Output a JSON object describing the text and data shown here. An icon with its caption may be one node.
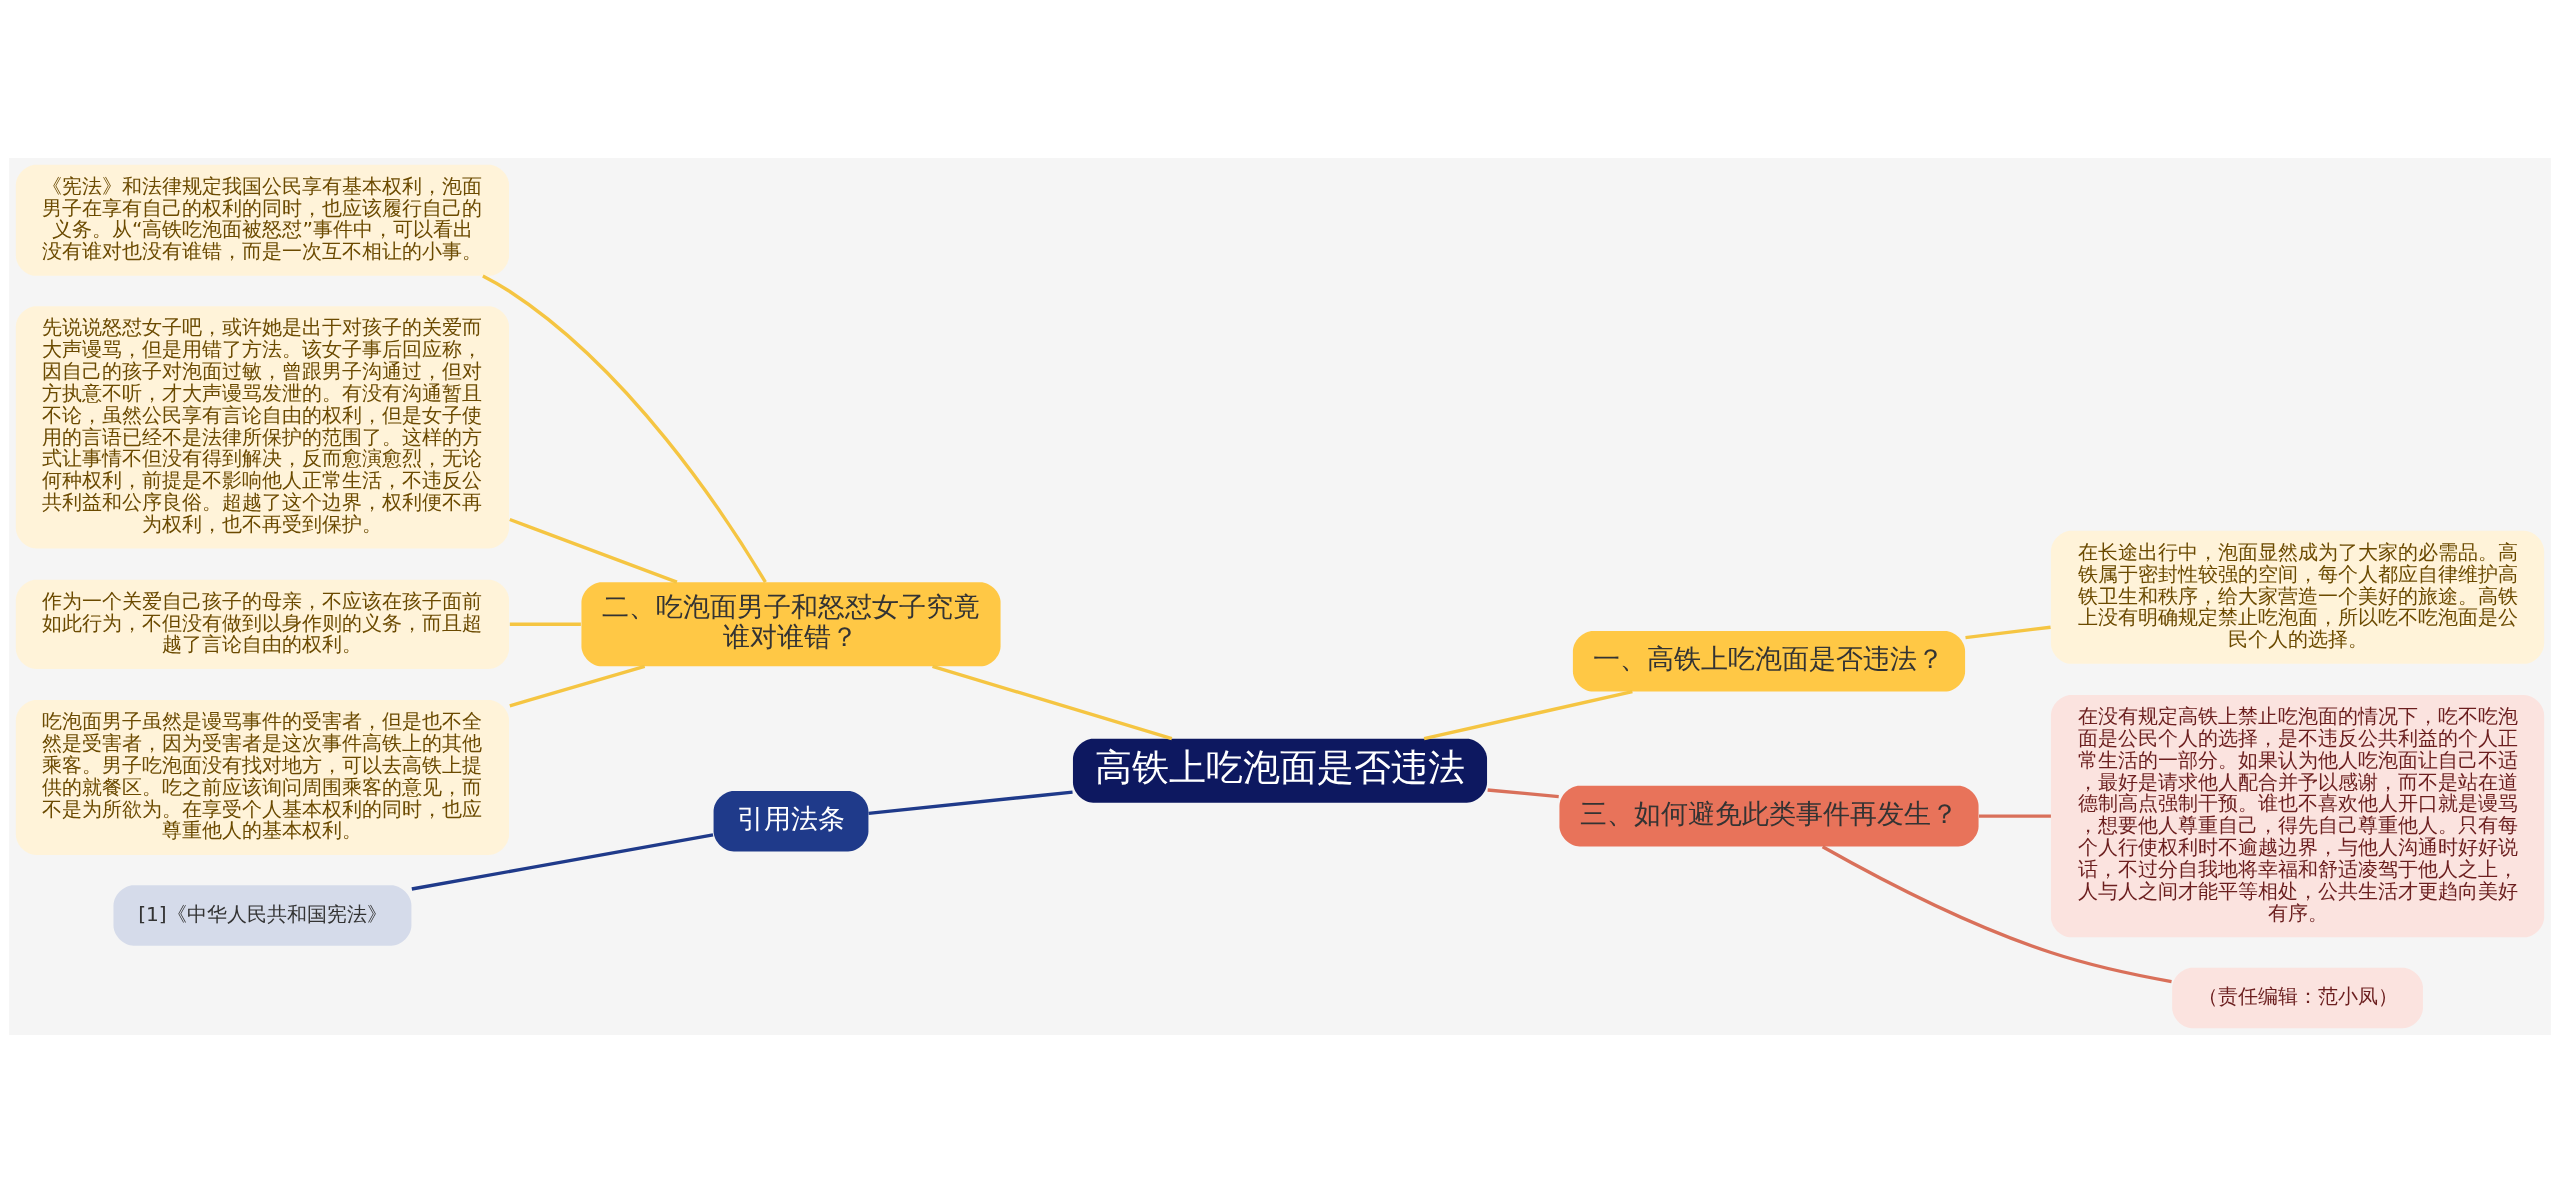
{
  "diagram": {
    "nodes": [
      {
        "text": [
          "高铁上吃泡面是否违法"
        ]
      },
      {
        "text": [
          "一、高铁上吃泡面是否违法？"
        ]
      },
      {
        "text": [
          "在长途出行中，泡面显然成为了大家的必需品。高铁属于密封性较强的空间，每个人都应自律维护高铁卫生和秩序，给大家营造一个美好的旅途。高铁上没有明确规定禁止吃泡面，所以吃不吃泡面是公民个人的选择。"
        ]
      },
      {
        "text": [
          "二、吃泡面男子和怒怼女子究竟谁对谁错？"
        ]
      },
      {
        "text": [
          "《宪法》和法律规定我国公民享有基本权利，泡面男子在享有自己的权利的同时，也应该履行自己的义务。从“高铁吃泡面被怒怼”事件中，可以看出没有谁对也没有谁错，而是一次互不相让的小事。"
        ]
      },
      {
        "text": [
          "先说说怒怼女子吧，或许她是出于对孩子的关爱而大声谩骂，但是用错了方法。该女子事后回应称，因自己的孩子对泡面过敏，曾跟男子沟通过，但对方执意不听，才大声谩骂发泄的。有没有沟通暂且不论，虽然公民享有言论自由的权利，但是女子使用的言语已经不是法律所保护的范围了。这样的方式让事情不但没有得到解决，反而愈演愈烈，无论何种权利，前提是不影响他人正常生活，不违反公共利益和公序良俗。超越了这个边界，权利便不再为权利，也不再受到保护。"
        ]
      },
      {
        "text": [
          "作为一个关爱自己孩子的母亲，不应该在孩子面前如此行为，不但没有做到以身作则的义务，而且超越了言论自由的权利。"
        ]
      },
      {
        "text": [
          "吃泡面男子虽然是谩骂事件的受害者，但是也不全然是受害者，因为受害者是这次事件高铁上的其他乘客。男子吃泡面没有找对地方，可以去高铁上提供的就餐区。吃之前应该询问周围乘客的意见，而不是为所欲为。在享受个人基本权利的同时，也应尊重他人的基本权利。"
        ]
      },
      {
        "text": [
          "三、如何避免此类事件再发生？"
        ]
      },
      {
        "text": [
          "在没有规定高铁上禁止吃泡面的情况下，吃不吃泡面是公民个人的选择，是不违反公共利益的个人正常生活的一部分。如果认为他人吃泡面让自己不适，最好是请求他人配合并予以感谢，而不是站在道德制高点强制干预。谁也不喜欢他人开口就是谩骂，想要他人尊重自己，得先自己尊重他人。只有每个人行使权利时不逾越边界，与他人沟通时好好说话，不过分自我地将幸福和舒适凌驾于他人之上，人与人之间才能平等相处，公共生活才更趋向美好有序。"
        ]
      },
      {
        "text": [
          "（责任编辑：范小凤）"
        ]
      },
      {
        "text": [
          "引用法条"
        ]
      },
      {
        "text": [
          "[1]《中华人民共和国宪法》"
        ]
      }
    ],
    "edges": [
      {
        "from": 0,
        "to": 1,
        "arrow": "none"
      },
      {
        "from": 1,
        "to": 2,
        "arrow": "none"
      },
      {
        "from": 0,
        "to": 3,
        "arrow": "none"
      },
      {
        "from": 3,
        "to": 4,
        "arrow": "none"
      },
      {
        "from": 3,
        "to": 5,
        "arrow": "none"
      },
      {
        "from": 3,
        "to": 6,
        "arrow": "none"
      },
      {
        "from": 3,
        "to": 7,
        "arrow": "none"
      },
      {
        "from": 0,
        "to": 8,
        "arrow": "none",
        "color": "#d9705a"
      },
      {
        "from": 8,
        "to": 9,
        "arrow": "none",
        "color": "#d9705a"
      },
      {
        "from": 8,
        "to": 10,
        "arrow": "none",
        "color": "#d9705a"
      },
      {
        "from": 0,
        "to": 11,
        "arrow": "none",
        "color": "#1f3a8a"
      },
      {
        "from": 11,
        "to": 12,
        "arrow": "none",
        "color": "#1f3a8a"
      }
    ]
  }
}
